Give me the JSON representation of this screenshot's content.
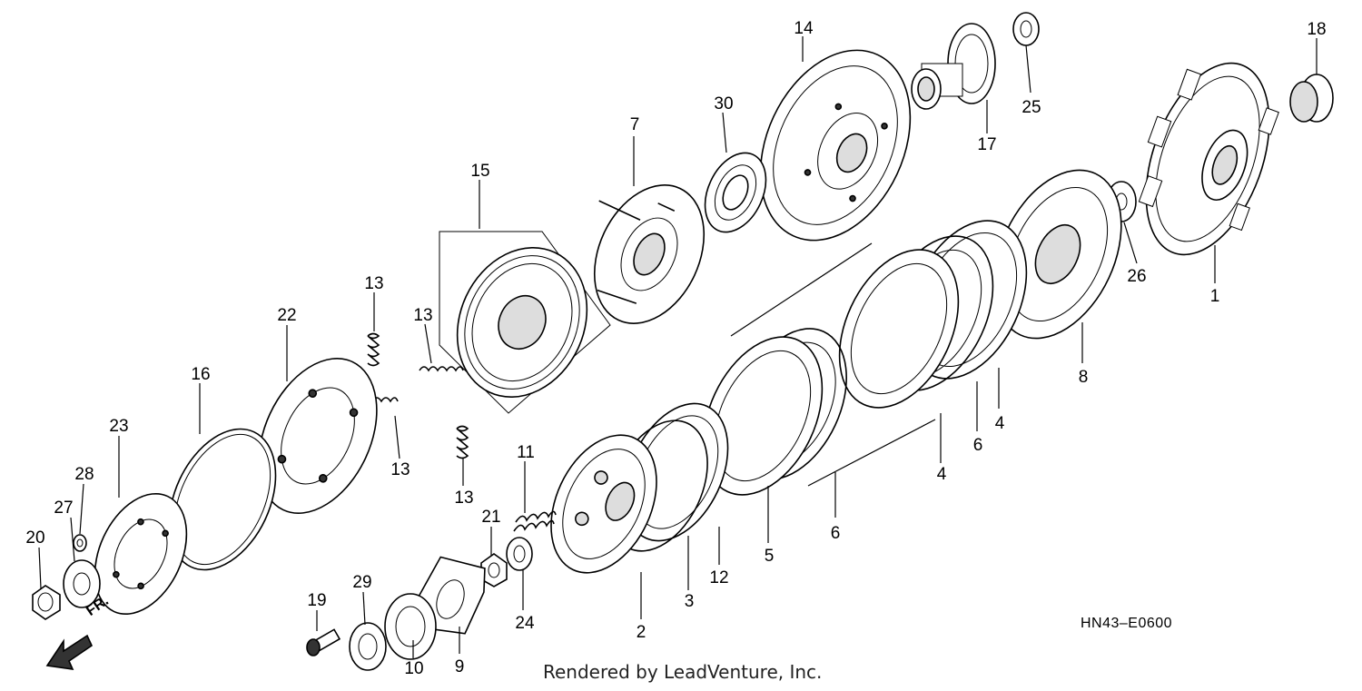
{
  "diagram": {
    "code": "HN43–E0600",
    "credit": "Rendered by LeadVenture, Inc.",
    "direction_marker": "FR.",
    "callouts": [
      {
        "id": "1",
        "label": "1"
      },
      {
        "id": "2",
        "label": "2"
      },
      {
        "id": "3",
        "label": "3"
      },
      {
        "id": "4a",
        "label": "4"
      },
      {
        "id": "4b",
        "label": "4"
      },
      {
        "id": "5",
        "label": "5"
      },
      {
        "id": "6a",
        "label": "6"
      },
      {
        "id": "6b",
        "label": "6"
      },
      {
        "id": "7",
        "label": "7"
      },
      {
        "id": "8",
        "label": "8"
      },
      {
        "id": "9",
        "label": "9"
      },
      {
        "id": "10",
        "label": "10"
      },
      {
        "id": "11",
        "label": "11"
      },
      {
        "id": "12",
        "label": "12"
      },
      {
        "id": "13a",
        "label": "13"
      },
      {
        "id": "13b",
        "label": "13"
      },
      {
        "id": "13c",
        "label": "13"
      },
      {
        "id": "13d",
        "label": "13"
      },
      {
        "id": "14",
        "label": "14"
      },
      {
        "id": "15",
        "label": "15"
      },
      {
        "id": "16",
        "label": "16"
      },
      {
        "id": "17",
        "label": "17"
      },
      {
        "id": "18",
        "label": "18"
      },
      {
        "id": "19",
        "label": "19"
      },
      {
        "id": "20",
        "label": "20"
      },
      {
        "id": "21",
        "label": "21"
      },
      {
        "id": "22",
        "label": "22"
      },
      {
        "id": "23",
        "label": "23"
      },
      {
        "id": "24",
        "label": "24"
      },
      {
        "id": "25",
        "label": "25"
      },
      {
        "id": "26",
        "label": "26"
      },
      {
        "id": "27",
        "label": "27"
      },
      {
        "id": "28",
        "label": "28"
      },
      {
        "id": "29",
        "label": "29"
      },
      {
        "id": "30",
        "label": "30"
      }
    ]
  }
}
